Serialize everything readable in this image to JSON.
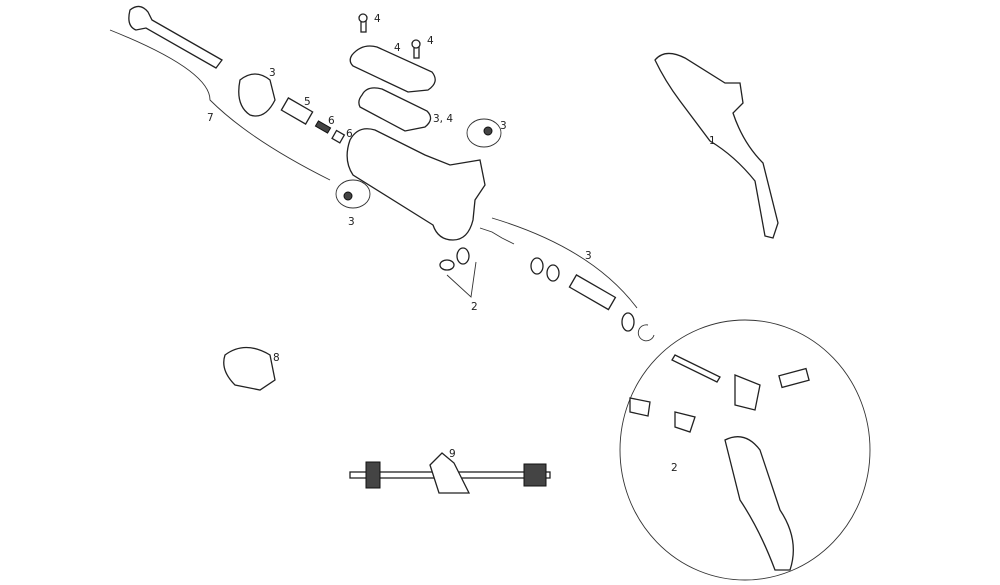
{
  "diagram": {
    "title": "Hydraulic brake lever exploded parts view",
    "callouts": [
      {
        "id": "c1",
        "text": "4"
      },
      {
        "id": "c2",
        "text": "4"
      },
      {
        "id": "c3",
        "text": "4"
      },
      {
        "id": "c4",
        "text": "3"
      },
      {
        "id": "c5",
        "text": "5"
      },
      {
        "id": "c6",
        "text": "7"
      },
      {
        "id": "c7",
        "text": "6"
      },
      {
        "id": "c8",
        "text": "6"
      },
      {
        "id": "c9",
        "text": "3, 4"
      },
      {
        "id": "c10",
        "text": "3"
      },
      {
        "id": "c11",
        "text": "1"
      },
      {
        "id": "c12",
        "text": "3"
      },
      {
        "id": "c13",
        "text": "3"
      },
      {
        "id": "c14",
        "text": "2"
      },
      {
        "id": "c15",
        "text": "8"
      },
      {
        "id": "c16",
        "text": "9"
      },
      {
        "id": "c17",
        "text": "2"
      }
    ]
  }
}
